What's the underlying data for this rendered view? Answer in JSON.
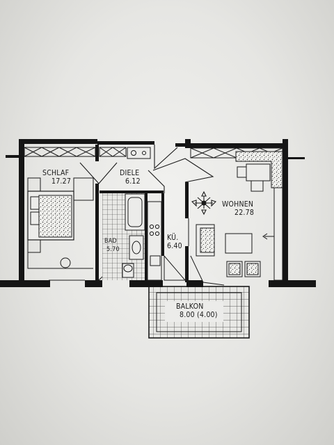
{
  "rooms": [
    {
      "id": "schlaf",
      "name": "SCHLAF",
      "area": "17.27"
    },
    {
      "id": "diele",
      "name": "DIELE",
      "area": "6.12"
    },
    {
      "id": "bad",
      "name": "BAD",
      "area": "5.70"
    },
    {
      "id": "kueche",
      "name": "KÜ.",
      "area": "6.40"
    },
    {
      "id": "wohnen",
      "name": "WOHNEN",
      "area": "22.78"
    },
    {
      "id": "balkon",
      "name": "BALKON",
      "area": "8.00 (4.00)"
    }
  ],
  "colors": {
    "wall": "#151515",
    "line": "#222222",
    "paper": "#ececea",
    "tile_fill": "#e2e2df"
  }
}
